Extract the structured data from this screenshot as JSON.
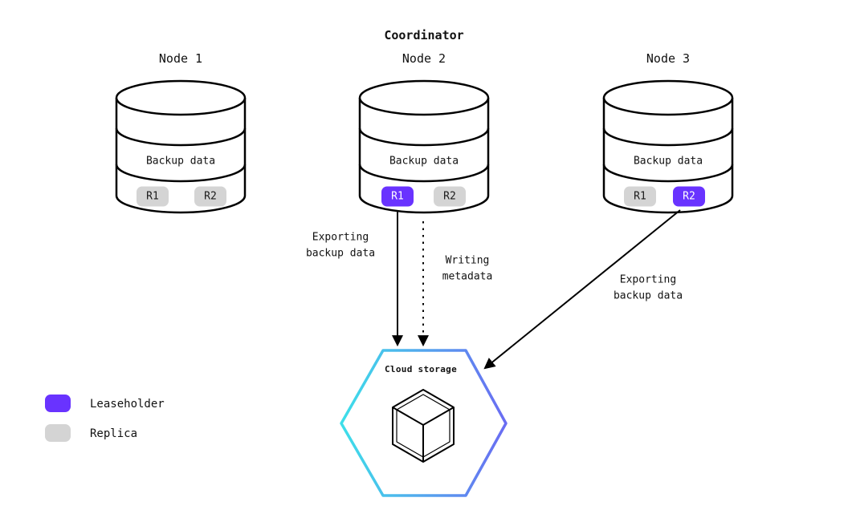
{
  "title": "Coordinator",
  "nodes": [
    {
      "label": "Node 1",
      "content": "Backup data",
      "replicas": [
        {
          "label": "R1",
          "role": "replica"
        },
        {
          "label": "R2",
          "role": "replica"
        }
      ]
    },
    {
      "label": "Node 2",
      "content": "Backup data",
      "replicas": [
        {
          "label": "R1",
          "role": "leaseholder"
        },
        {
          "label": "R2",
          "role": "replica"
        }
      ]
    },
    {
      "label": "Node 3",
      "content": "Backup data",
      "replicas": [
        {
          "label": "R1",
          "role": "replica"
        },
        {
          "label": "R2",
          "role": "leaseholder"
        }
      ]
    }
  ],
  "arrows": [
    {
      "label": "Exporting\nbackup data",
      "style": "solid",
      "from": "Node 2 R1",
      "to": "Cloud storage"
    },
    {
      "label": "Writing\nmetadata",
      "style": "dashed",
      "from": "Node 2",
      "to": "Cloud storage"
    },
    {
      "label": "Exporting\nbackup data",
      "style": "solid",
      "from": "Node 3 R2",
      "to": "Cloud storage"
    }
  ],
  "cloud": {
    "label": "Cloud storage"
  },
  "legend": [
    {
      "label": "Leaseholder",
      "color": "#6933ff"
    },
    {
      "label": "Replica",
      "color": "#d4d4d4"
    }
  ],
  "colors": {
    "leaseholder": "#6933ff",
    "replica": "#d4d4d4",
    "outline": "#000000",
    "hexagon_gradient_start": "#3ddfe9",
    "hexagon_gradient_end": "#6a6cf2"
  }
}
